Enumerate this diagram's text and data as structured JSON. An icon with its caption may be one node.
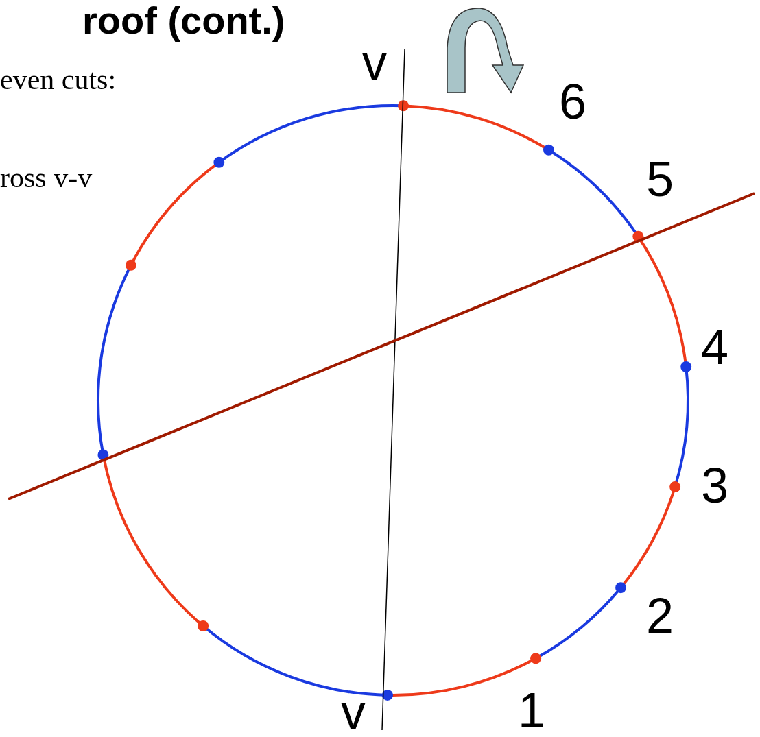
{
  "diagram": {
    "title": "roof (cont.)",
    "labels": [
      "even cuts:",
      "ross v-v",
      "v",
      "6",
      "5",
      "4",
      "3",
      "2",
      "1",
      "v"
    ]
  }
}
